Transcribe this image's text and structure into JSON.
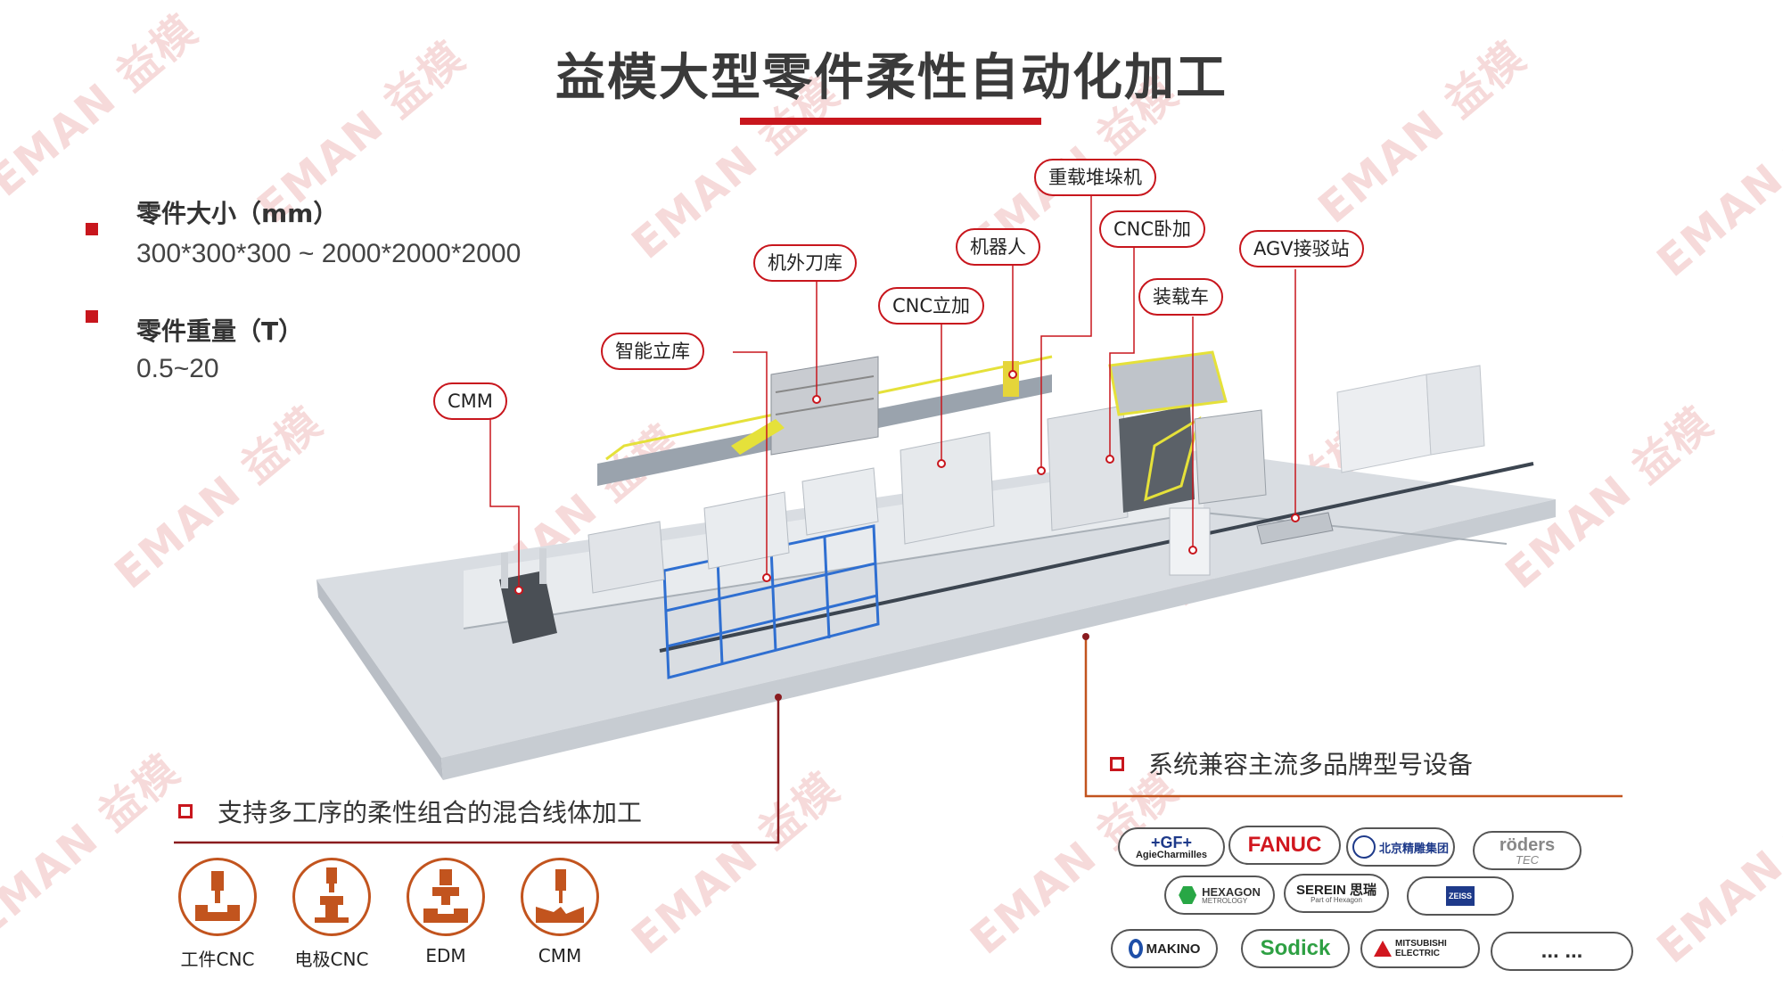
{
  "title": "益模大型零件柔性自动化加工",
  "watermark": {
    "cn": "益模",
    "en": "EMAN"
  },
  "specs": [
    {
      "label": "零件大小（mm）",
      "value": "300*300*300 ~ 2000*2000*2000"
    },
    {
      "label": "零件重量（T）",
      "value": "0.5~20"
    }
  ],
  "callouts": {
    "cmm": "CMM",
    "smart_warehouse": "智能立库",
    "tool_magazine": "机外刀库",
    "cnc_vertical": "CNC立加",
    "robot": "机器人",
    "stacker": "重载堆垛机",
    "cnc_horizontal": "CNC卧加",
    "loading_cart": "装载车",
    "agv_station": "AGV接驳站"
  },
  "sections": {
    "left": "支持多工序的柔性组合的混合线体加工",
    "right": "系统兼容主流多品牌型号设备"
  },
  "processes": [
    {
      "label": "工件CNC",
      "icon": "workpiece-cnc-icon"
    },
    {
      "label": "电极CNC",
      "icon": "electrode-cnc-icon"
    },
    {
      "label": "EDM",
      "icon": "edm-icon"
    },
    {
      "label": "CMM",
      "icon": "cmm-icon"
    }
  ],
  "brands": {
    "gf_top": "+GF+",
    "gf_sub": "AgieCharmilles",
    "fanuc": "FANUC",
    "bjjd": "北京精雕集团",
    "roders": "röders",
    "roders_sub": "TEC",
    "hexagon": "HEXAGON",
    "hexagon_sub": "METROLOGY",
    "serein": "SEREIN 思瑞",
    "serein_sub": "Part of Hexagon",
    "zeiss": "ZEISS",
    "makino": "MAKINO",
    "sodick": "Sodick",
    "mitsubishi": "MITSUBISHI ELECTRIC",
    "more": "... ..."
  },
  "colors": {
    "accent": "#c8161d",
    "orange": "#c2541e",
    "safety_yellow": "#e5e13a"
  }
}
